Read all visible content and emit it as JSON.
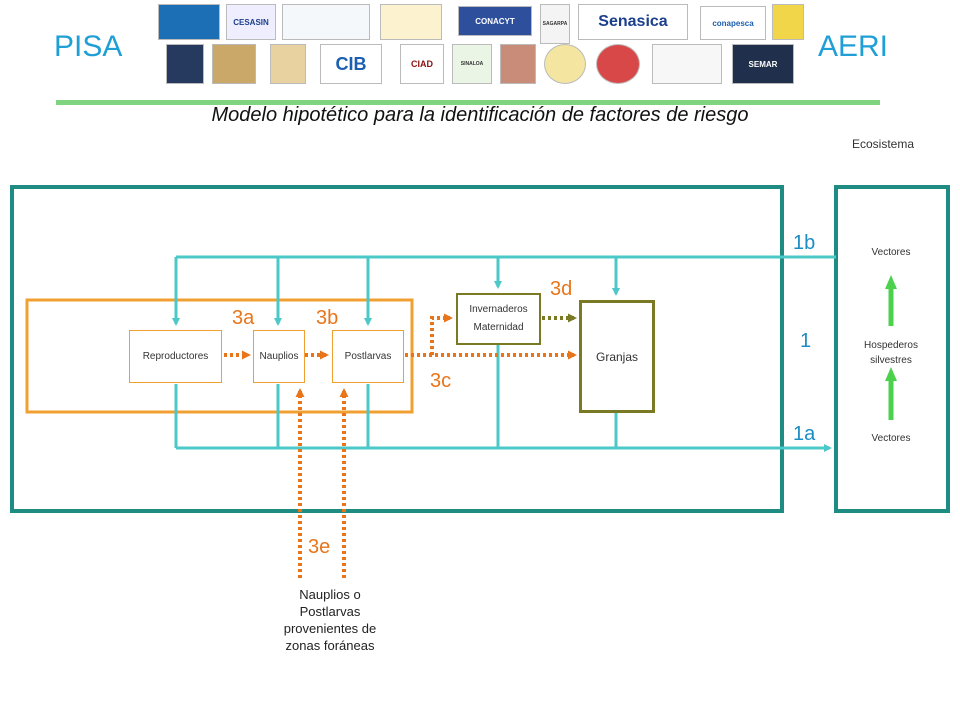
{
  "header": {
    "left": "PISA",
    "right": "AERI",
    "title": "Modelo hipotético para la identificación de factores de riesgo",
    "ecosistema": "Ecosistema"
  },
  "logos": {
    "cesasin": "CESASIN",
    "senasica": "Senasica",
    "conacyt": "CONACYT",
    "conapesca": "conapesca",
    "cib": "CIB",
    "ciad": "CIAD",
    "semar": "SEMAR",
    "sinaloa": "SINALOA",
    "sagarpa": "SAGARPA"
  },
  "nodes": {
    "reproductores": "Reproductores",
    "nauplios": "Nauplios",
    "postlarvas": "Postlarvas",
    "invernaderos_1": "Invernaderos",
    "invernaderos_2": "Maternidad",
    "granjas": "Granjas",
    "vectores_top": "Vectores",
    "hospederos_1": "Hospederos",
    "hospederos_2": "silvestres",
    "vectores_bottom": "Vectores"
  },
  "labels": {
    "l3a": "3a",
    "l3b": "3b",
    "l3c": "3c",
    "l3d": "3d",
    "l3e": "3e",
    "l1b": "1b",
    "l1": "1",
    "l1a": "1a"
  },
  "foreign": {
    "line1": "Nauplios o",
    "line2": "Postlarvas",
    "line3": "provenientes de",
    "line4": "zonas foráneas"
  },
  "colors": {
    "teal": "#1f8c84",
    "cyan": "#4cc8c8",
    "orange": "#e8751a",
    "olive": "#7a7a24",
    "gold": "#f0a030",
    "green": "#4cd14c",
    "blue": "#1f9fd6"
  }
}
